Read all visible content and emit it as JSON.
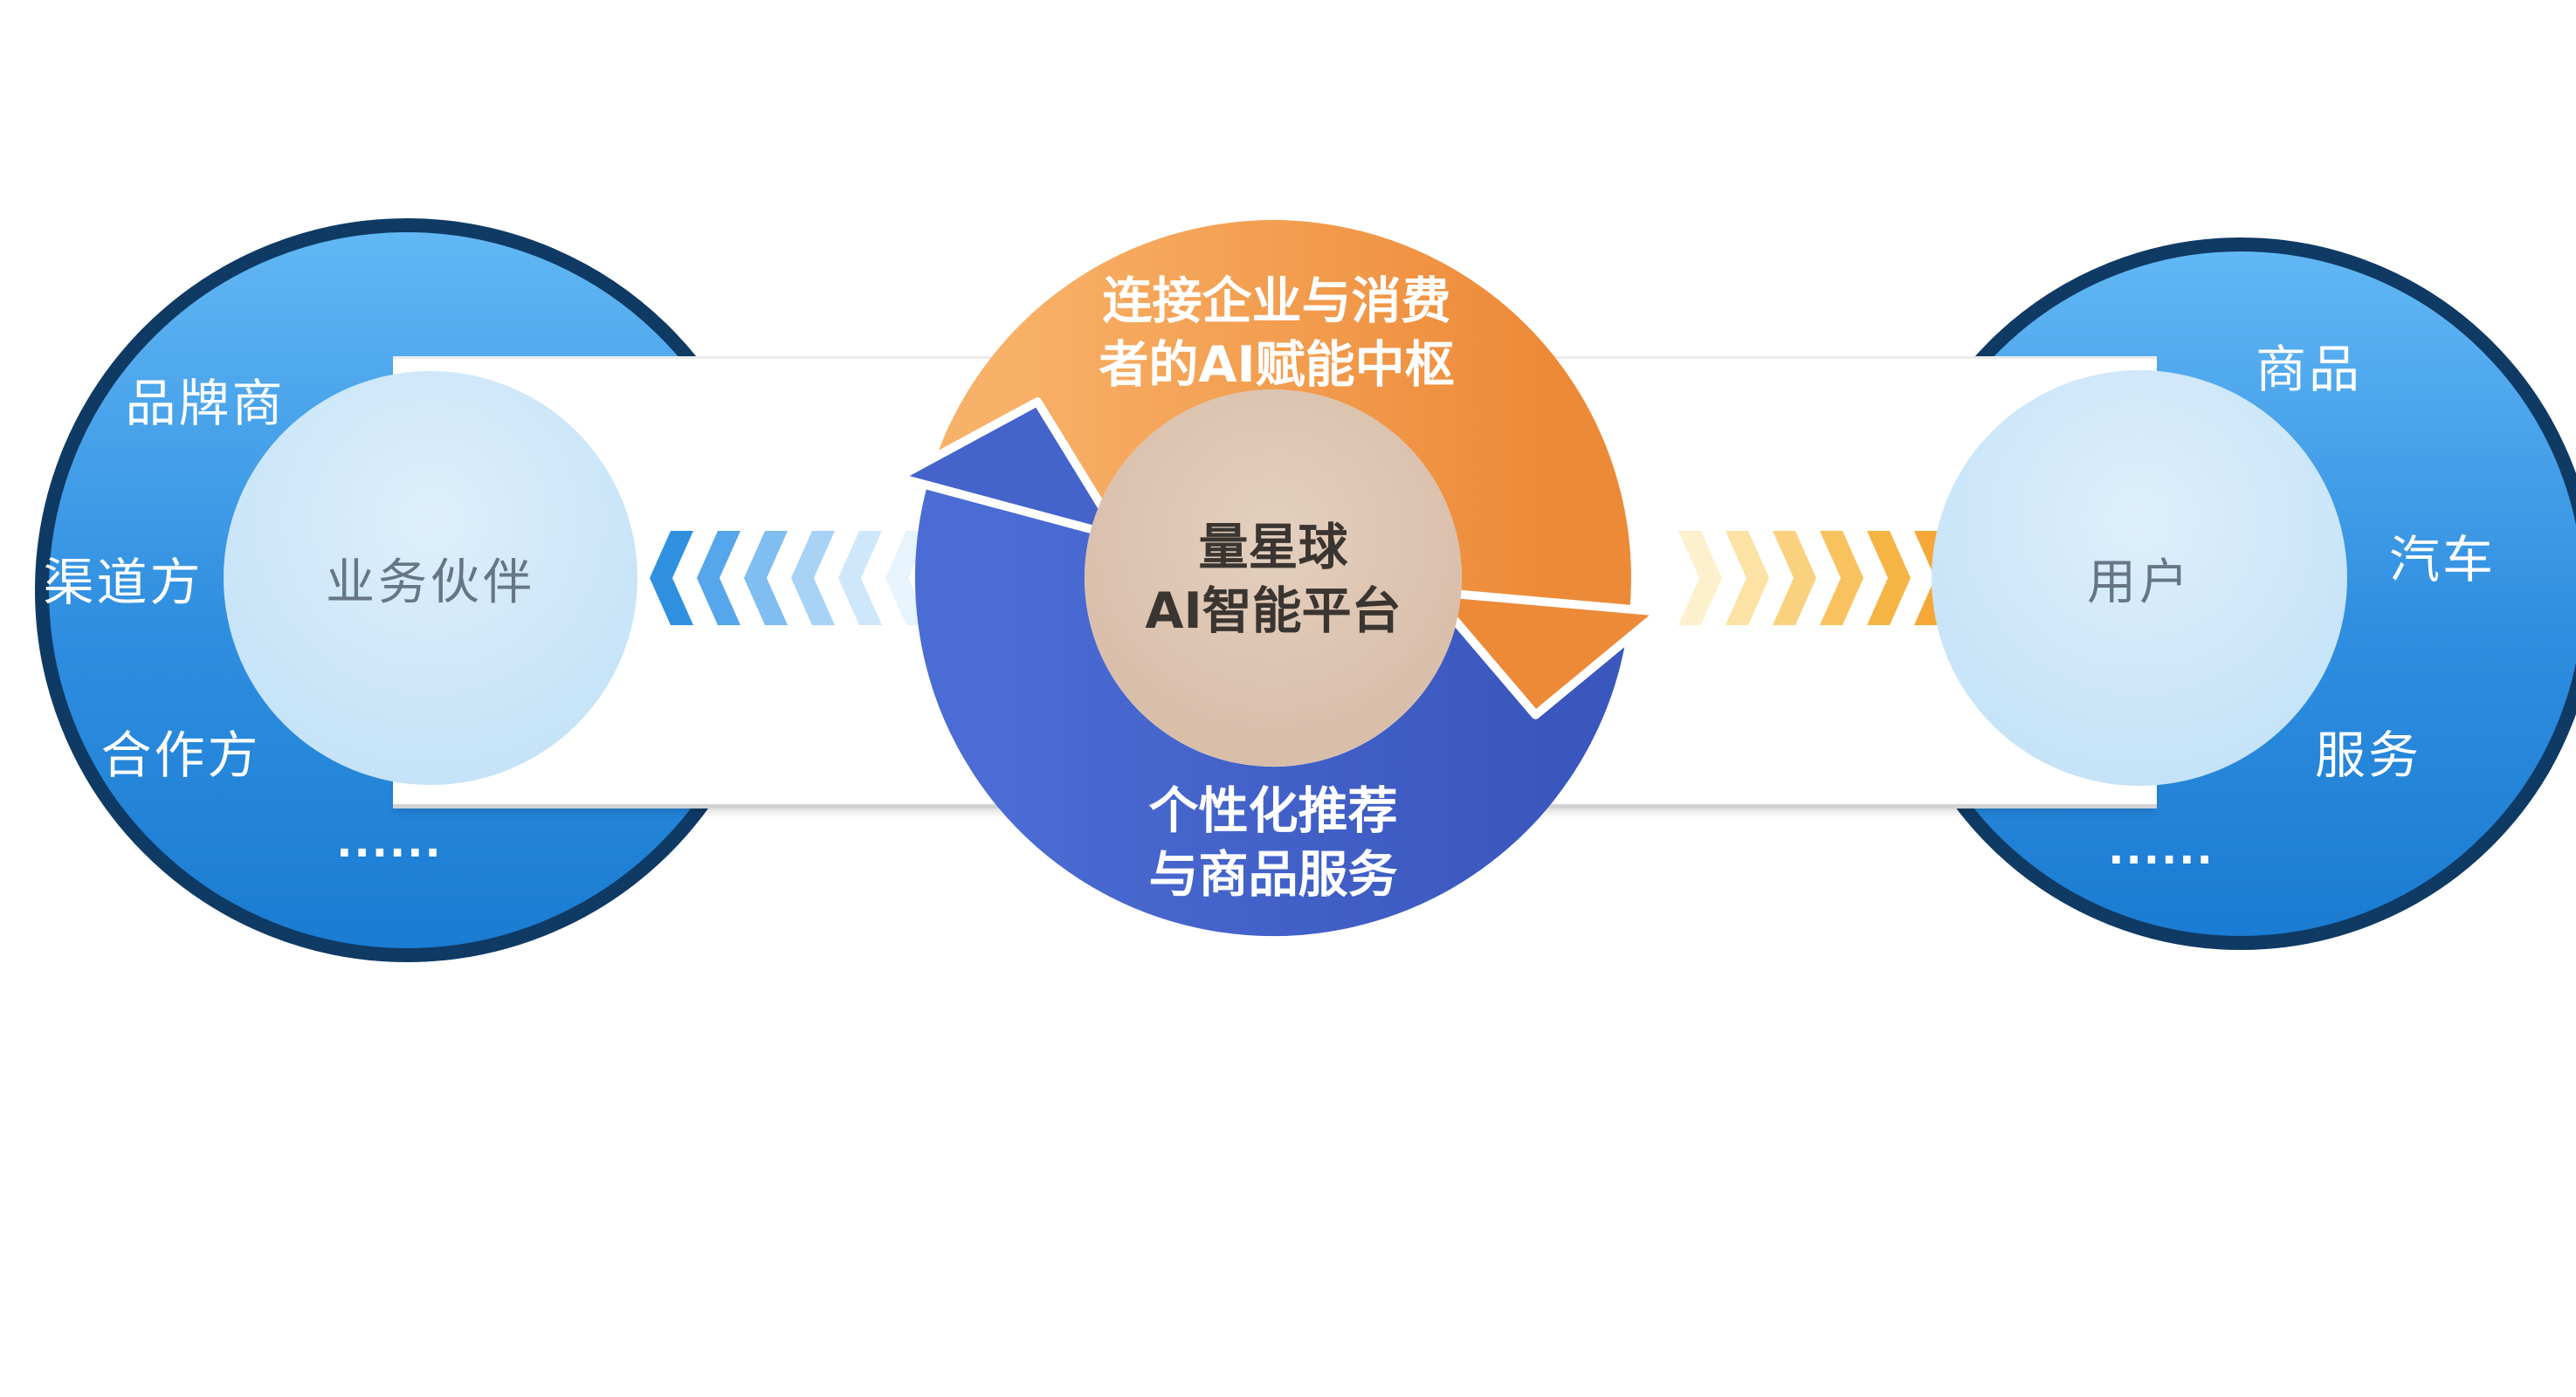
{
  "left_circle": {
    "labels": [
      "品牌商",
      "渠道方",
      "合作方",
      "......"
    ],
    "inner_label": "业务伙伴"
  },
  "right_circle": {
    "labels": [
      "商品",
      "汽车",
      "服务",
      "......"
    ],
    "inner_label": "用户"
  },
  "center": {
    "top_caption": [
      "连接企业与消费",
      "者的AI赋能中枢"
    ],
    "core_title": [
      "量星球",
      "AI智能平台"
    ],
    "bottom_caption": [
      "个性化推荐",
      "与商品服务"
    ]
  },
  "colors": {
    "big_circle_top": "#62b7f4",
    "big_circle_bottom": "#1a7cd2",
    "big_circle_border": "#0f3a64",
    "inner_circle_fill": "#c8e4f8",
    "band_fill": "#ffffff",
    "orange_arc_start": "#f8b168",
    "orange_arc_end": "#ed8a38",
    "orange_arrowhead": "#ec8a38",
    "blue_arc_start": "#4a6cd4",
    "blue_arc_end": "#3a57bd",
    "blue_arrowhead": "#4464cc",
    "core_start": "#e4cfbe",
    "core_end": "#d5b8a2",
    "left_chevrons": [
      "#2f90e0",
      "#55a6ea",
      "#80bdf1",
      "#a9d3f6",
      "#cfe7fa",
      "#e7f3fd"
    ],
    "right_chevrons": [
      "#fdf0cd",
      "#fce2a4",
      "#fad27f",
      "#f8c35e",
      "#f6b445",
      "#f5a838"
    ]
  }
}
